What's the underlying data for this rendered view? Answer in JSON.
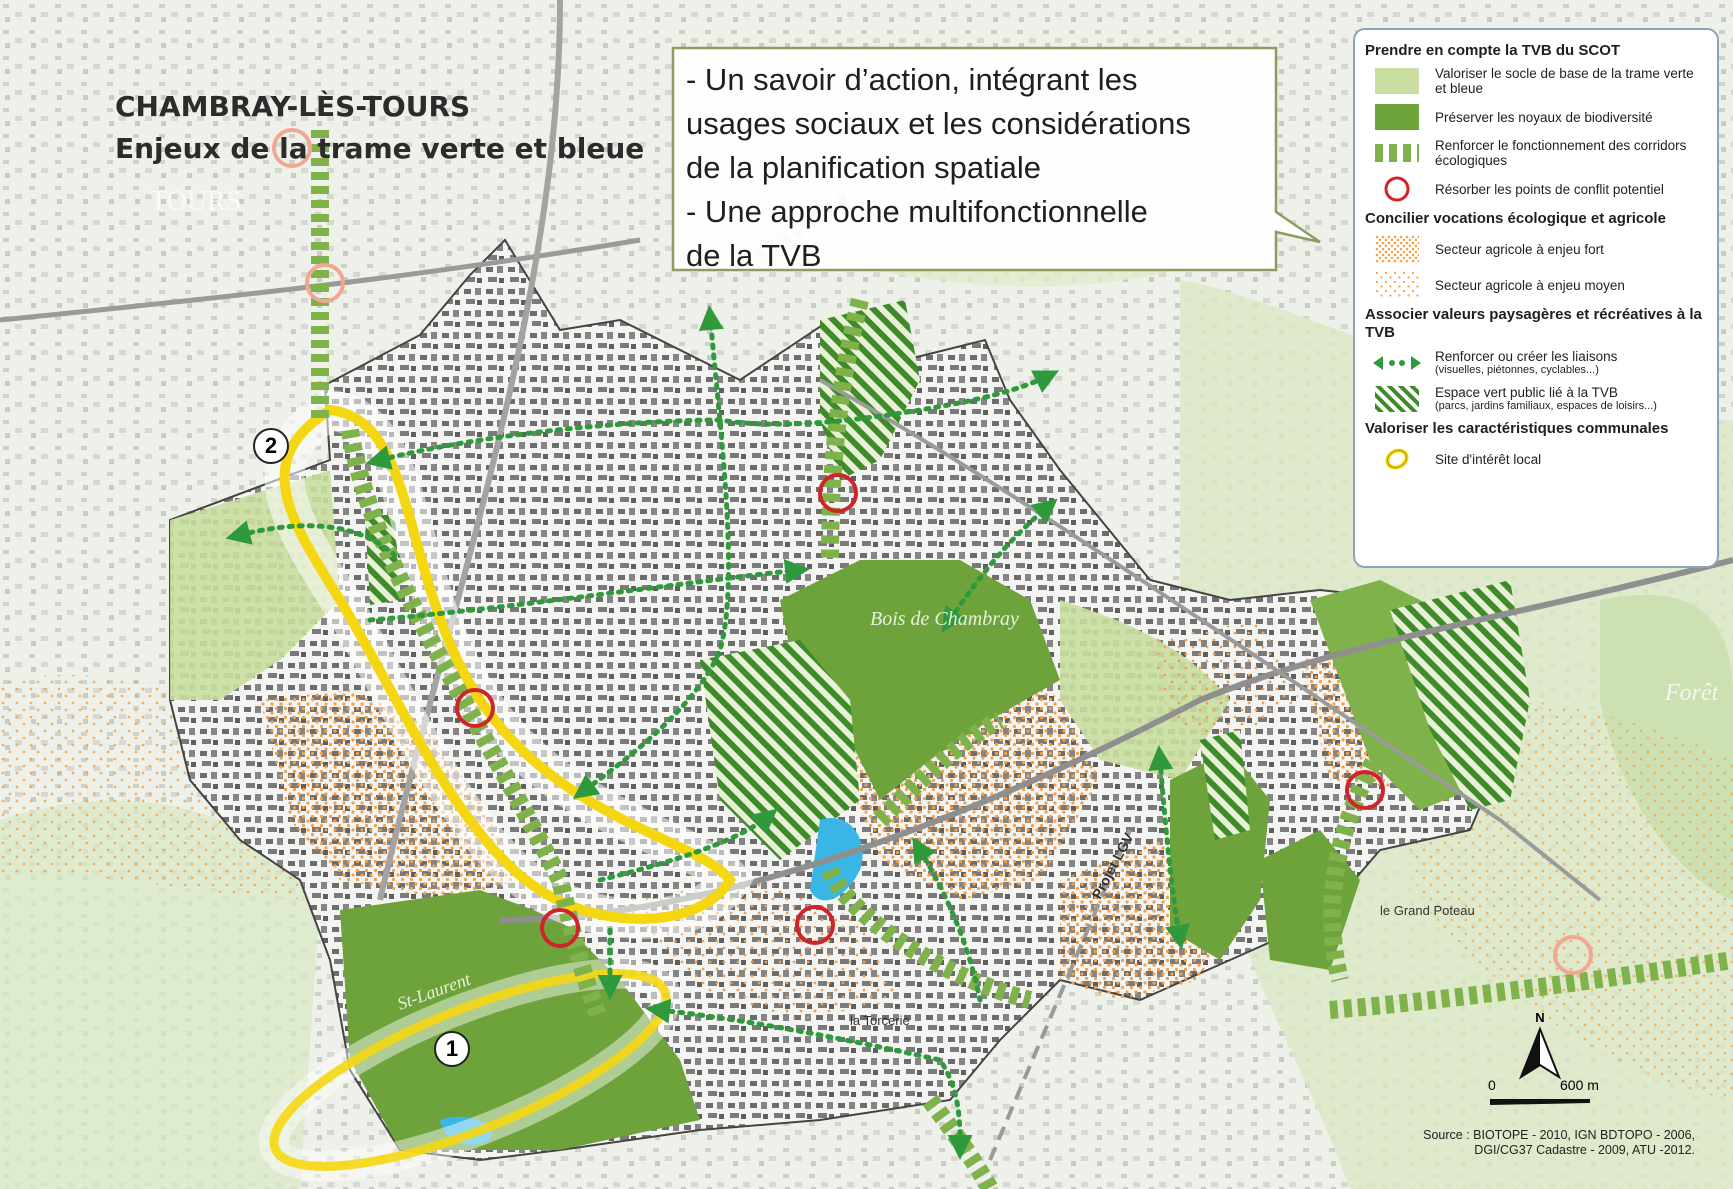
{
  "map": {
    "title_line1": "CHAMBRAY-LÈS-TOURS",
    "title_line2": "Enjeux de la trame verte et bleue"
  },
  "callout": {
    "lines": [
      "- Un savoir d’action, intégrant les",
      "usages sociaux et les considérations",
      "de la planification spatiale",
      "- Une approche multifonctionnelle",
      "de la TVB"
    ]
  },
  "legend": {
    "sections": [
      {
        "heading": "Prendre en compte la TVB du SCOT",
        "items": [
          {
            "symbol": "light-green-fill",
            "label": "Valoriser le socle de base de la trame verte et bleue",
            "sub": ""
          },
          {
            "symbol": "dark-green-fill",
            "label": "Préserver les noyaux de biodiversité",
            "sub": ""
          },
          {
            "symbol": "corridor-dashes",
            "label": "Renforcer le fonctionnement des corridors écologiques",
            "sub": ""
          },
          {
            "symbol": "red-circle",
            "label": "Résorber les points de conflit potentiel",
            "sub": ""
          }
        ]
      },
      {
        "heading": "Concilier vocations écologique et agricole",
        "items": [
          {
            "symbol": "orange-dots-dense",
            "label": "Secteur agricole à enjeu fort",
            "sub": ""
          },
          {
            "symbol": "orange-dots-sparse",
            "label": "Secteur agricole à enjeu moyen",
            "sub": ""
          }
        ]
      },
      {
        "heading": "Associer valeurs paysagères et récréatives à la TVB",
        "items": [
          {
            "symbol": "double-arrow",
            "label": "Renforcer ou créer les liaisons",
            "sub": "(visuelles, piétonnes, cyclables...)"
          },
          {
            "symbol": "green-hatch",
            "label": "Espace vert public lié à la TVB",
            "sub": "(parcs, jardins familiaux, espaces de loisirs...)"
          }
        ]
      },
      {
        "heading": "Valoriser les caractéristiques communales",
        "items": [
          {
            "symbol": "yellow-ring",
            "label": "Site d'intérêt local",
            "sub": ""
          }
        ]
      }
    ]
  },
  "markers": {
    "site1": "1",
    "site2": "2"
  },
  "scale": {
    "zero": "0",
    "distance": "600 m"
  },
  "north": "N",
  "source": {
    "line1": "Source : BIOTOPE - 2010, IGN BDTOPO - 2006,",
    "line2": "DGI/CG37 Cadastre - 2009, ATU -2012."
  },
  "map_labels": {
    "tours": "TOURS",
    "bois_chambray": "Bois de Chambray",
    "projet_lgv": "Projet LGV",
    "st_laurent": "St-Laurent",
    "la_torcerie": "la Torcerie",
    "le_grand_poteau": "le Grand Poteau",
    "foret": "Forêt"
  },
  "colors": {
    "light_green": "#c9dea0",
    "dark_green": "#6ea33c",
    "corridor": "#7fb24a",
    "conflict_red": "#d0242a",
    "orange_dots": "#f2a14a",
    "arrow_green": "#2e9a3c",
    "yellow_site": "#f5d711",
    "water": "#39b6e6"
  }
}
